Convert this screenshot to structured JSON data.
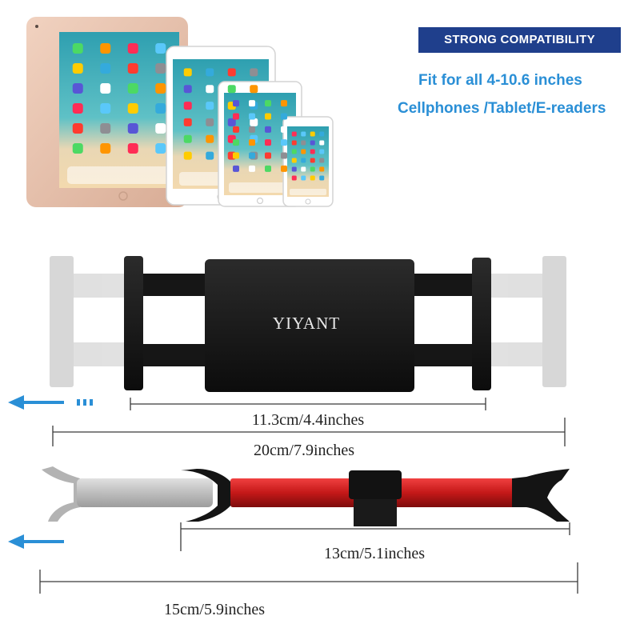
{
  "badge": {
    "label": "STRONG COMPATIBILITY",
    "color": "#1f3f8c"
  },
  "compatibility": {
    "line1": "Fit for all 4-10.6 inches",
    "line2": "Cellphones /Tablet/E-readers",
    "color": "#2a8fd6"
  },
  "product": {
    "brand": "YIYANT",
    "arm_color": "#c41818"
  },
  "measurements": {
    "holder_min": "11.3cm/4.4inches",
    "holder_max": "20cm/7.9inches",
    "rod_min": "13cm/5.1inches",
    "rod_max": "15cm/5.9inches"
  },
  "icons": [
    "tablet-large-icon",
    "tablet-medium-icon",
    "tablet-small-icon",
    "phone-icon",
    "expand-arrow-icon"
  ]
}
